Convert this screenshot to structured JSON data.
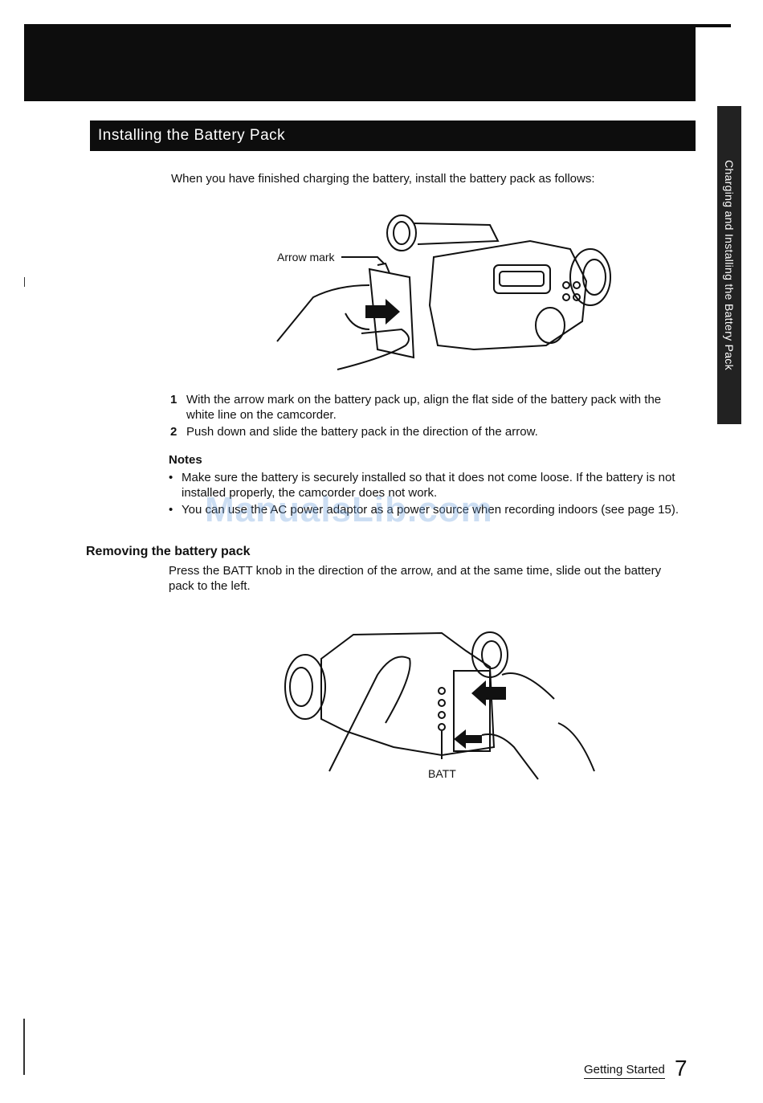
{
  "header": {
    "section_title": "Installing the Battery Pack",
    "side_tab": "Charging and Installing the Battery Pack"
  },
  "intro": "When you have finished charging the battery, install the battery pack as follows:",
  "figure1": {
    "callout": "Arrow mark"
  },
  "steps": [
    {
      "num": "1",
      "text": "With the arrow mark on the battery pack up, align the flat side of the battery pack with the white line on the camcorder."
    },
    {
      "num": "2",
      "text": "Push down and slide the battery pack in the direction of the arrow."
    }
  ],
  "notes": {
    "heading": "Notes",
    "items": [
      "Make sure the battery is securely installed so that it does not come loose. If the battery is not installed properly, the camcorder does not work.",
      "You can use the AC power adaptor as a power source when recording indoors (see page 15)."
    ]
  },
  "removing": {
    "heading": "Removing the battery pack",
    "text": "Press the BATT knob in the direction of the arrow, and at the same time, slide out the battery pack to the left."
  },
  "figure2": {
    "callout": "BATT"
  },
  "watermark": "ManualsLib.com",
  "footer": {
    "label": "Getting Started",
    "page": "7"
  }
}
